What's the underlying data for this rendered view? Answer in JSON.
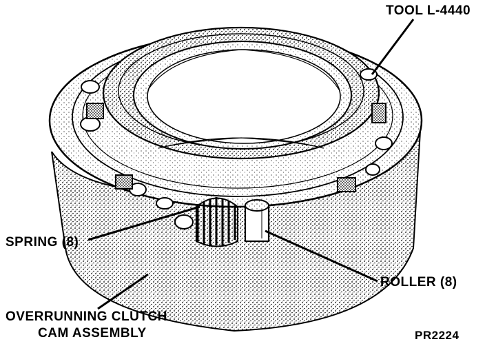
{
  "labels": {
    "tool": "TOOL L-4440",
    "spring": "SPRING (8)",
    "roller": "ROLLER (8)",
    "cam_line1": "OVERRUNNING CLUTCH",
    "cam_line2": "CAM ASSEMBLY",
    "figure_id": "PR2224"
  }
}
